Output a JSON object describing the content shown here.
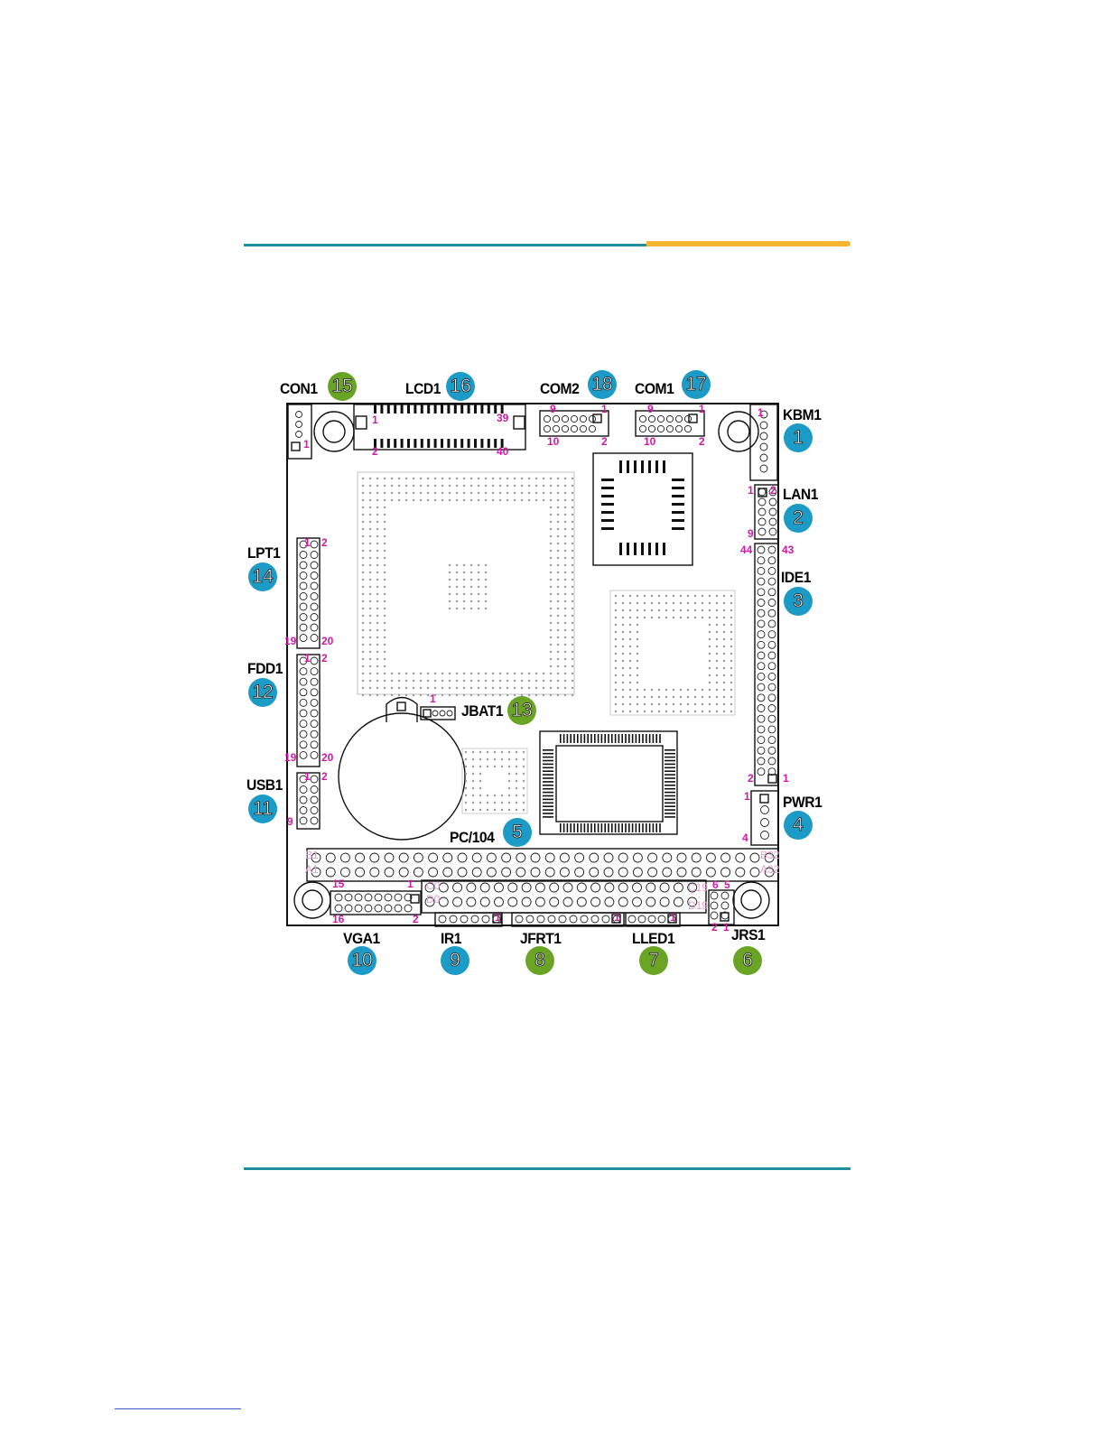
{
  "colors": {
    "rule_teal": "#1f8fa0",
    "rule_gold": "#f5b52e",
    "badge_blue": "#1b9bc6",
    "badge_green": "#6aa424",
    "pin_label": "#d417a8"
  },
  "connectors": [
    {
      "id": "con1",
      "label": "CON1",
      "number": "15",
      "badge_color": "green"
    },
    {
      "id": "lcd1",
      "label": "LCD1",
      "number": "16",
      "badge_color": "blue"
    },
    {
      "id": "com2",
      "label": "COM2",
      "number": "18",
      "badge_color": "blue"
    },
    {
      "id": "com1",
      "label": "COM1",
      "number": "17",
      "badge_color": "blue"
    },
    {
      "id": "kbm1",
      "label": "KBM1",
      "number": "1",
      "badge_color": "blue"
    },
    {
      "id": "lan1",
      "label": "LAN1",
      "number": "2",
      "badge_color": "blue"
    },
    {
      "id": "ide1",
      "label": "IDE1",
      "number": "3",
      "badge_color": "blue"
    },
    {
      "id": "pwr1",
      "label": "PWR1",
      "number": "4",
      "badge_color": "blue"
    },
    {
      "id": "pc104",
      "label": "PC/104",
      "number": "5",
      "badge_color": "blue"
    },
    {
      "id": "jrs1",
      "label": "JRS1",
      "number": "6",
      "badge_color": "green"
    },
    {
      "id": "lled1",
      "label": "LLED1",
      "number": "7",
      "badge_color": "green"
    },
    {
      "id": "jfrt1",
      "label": "JFRT1",
      "number": "8",
      "badge_color": "green"
    },
    {
      "id": "ir1",
      "label": "IR1",
      "number": "9",
      "badge_color": "blue"
    },
    {
      "id": "vga1",
      "label": "VGA1",
      "number": "10",
      "badge_color": "blue"
    },
    {
      "id": "usb1",
      "label": "USB1",
      "number": "11",
      "badge_color": "blue"
    },
    {
      "id": "fdd1",
      "label": "FDD1",
      "number": "12",
      "badge_color": "blue"
    },
    {
      "id": "jbat1",
      "label": "JBAT1",
      "number": "13",
      "badge_color": "green"
    },
    {
      "id": "lpt1",
      "label": "LPT1",
      "number": "14",
      "badge_color": "blue"
    }
  ],
  "pin_labels": {
    "con1": [
      "1"
    ],
    "lcd1": [
      "1",
      "39",
      "2",
      "40"
    ],
    "com2": [
      "9",
      "1",
      "10",
      "2"
    ],
    "com1": [
      "9",
      "1",
      "10",
      "2"
    ],
    "kbm1": [
      "1"
    ],
    "lan1": [
      "1",
      "2",
      "9"
    ],
    "ide1": [
      "44",
      "43",
      "2",
      "1"
    ],
    "pwr1": [
      "1",
      "4"
    ],
    "lpt1": [
      "1",
      "2",
      "19",
      "20"
    ],
    "fdd1": [
      "1",
      "2",
      "19",
      "20"
    ],
    "usb1": [
      "1",
      "2",
      "9"
    ],
    "jbat1": [
      "1"
    ],
    "pc104": [
      "B1",
      "A1",
      "B32",
      "A32",
      "C0",
      "D0",
      "C19",
      "D19"
    ],
    "vga1": [
      "15",
      "1",
      "16",
      "2"
    ],
    "ir1": [
      "1"
    ],
    "jfrt1": [
      "1"
    ],
    "lled1": [
      "1"
    ],
    "jrs1": [
      "6",
      "5",
      "2",
      "1"
    ]
  }
}
